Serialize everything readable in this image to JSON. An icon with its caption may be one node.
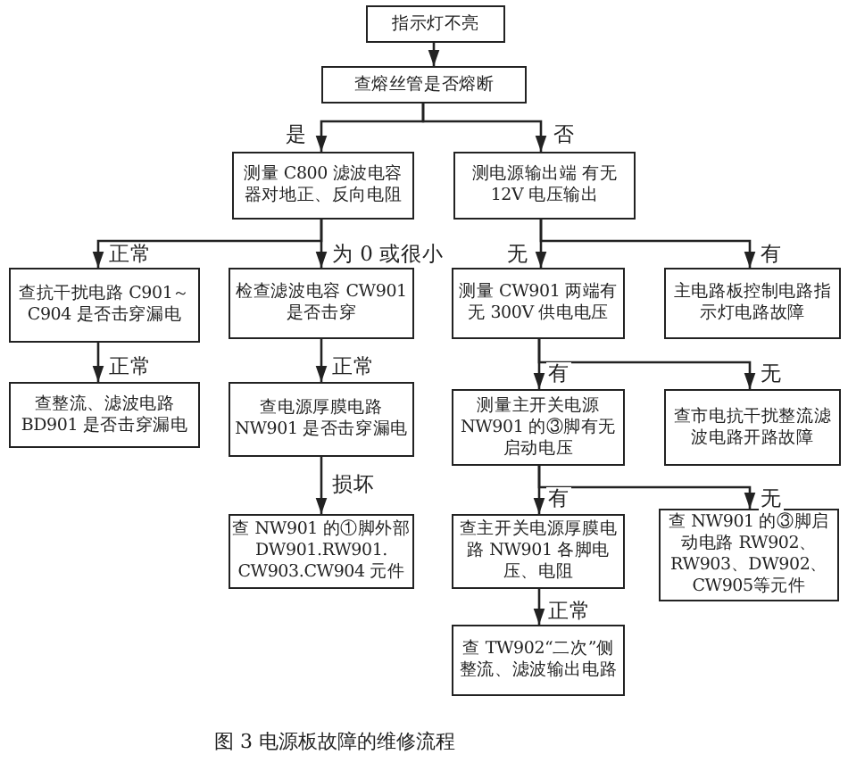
{
  "diagram": {
    "caption": "图 3 电源板故障的维修流程",
    "nodes": [
      {
        "text": [
          "指示灯不亮"
        ]
      },
      {
        "text": [
          "查熔丝管是否熔断"
        ]
      },
      {
        "text": [
          "测量 C800 滤波电容器对地正、反向电阻"
        ]
      },
      {
        "text": [
          "测电源输出端 有无 12V 电压输出"
        ]
      },
      {
        "text": [
          "查抗干扰电路 C901～C904 是否击穿漏电"
        ]
      },
      {
        "text": [
          "检查滤波电容 CW901 是否击穿"
        ]
      },
      {
        "text": [
          "查整流、滤波电路 BD901 是否击穿漏电"
        ]
      },
      {
        "text": [
          "查电源厚膜电路 NW901 是否击穿漏电"
        ]
      },
      {
        "text": [
          "查 NW901 的①脚外部 DW901.RW901. CW903.CW904 元件"
        ]
      },
      {
        "text": [
          "测量 CW901 两端有无 300V 供电电压"
        ]
      },
      {
        "text": [
          "主电路板控制电路指示灯电路故障"
        ]
      },
      {
        "text": [
          "测量主开关电源 NW901 的③脚有无启动电压"
        ]
      },
      {
        "text": [
          "查市电抗干扰整流滤波电路开路故障"
        ]
      },
      {
        "text": [
          "查主开关电源厚膜电路 NW901 各脚电压、电阻"
        ]
      },
      {
        "text": [
          "查 NW901 的③脚启动电路 RW902、RW903、DW902、CW905等元件"
        ]
      },
      {
        "text": [
          "查 TW902“二次”侧整流、滤波输出电路"
        ]
      }
    ],
    "edges": [
      {
        "from": 0,
        "to": 1,
        "arrow": "to"
      },
      {
        "from": 1,
        "to": 2,
        "arrow": "to",
        "label": "是"
      },
      {
        "from": 1,
        "to": 3,
        "arrow": "to",
        "label": "否"
      },
      {
        "from": 2,
        "to": 4,
        "arrow": "to",
        "label": "正常"
      },
      {
        "from": 2,
        "to": 5,
        "arrow": "to",
        "label": "为 0 或很小"
      },
      {
        "from": 4,
        "to": 6,
        "arrow": "to",
        "label": "正常"
      },
      {
        "from": 5,
        "to": 7,
        "arrow": "to",
        "label": "正常"
      },
      {
        "from": 7,
        "to": 8,
        "arrow": "to",
        "label": "损坏"
      },
      {
        "from": 3,
        "to": 9,
        "arrow": "to",
        "label": "无"
      },
      {
        "from": 3,
        "to": 10,
        "arrow": "to",
        "label": "有"
      },
      {
        "from": 9,
        "to": 11,
        "arrow": "to",
        "label": "有"
      },
      {
        "from": 9,
        "to": 12,
        "arrow": "to",
        "label": "无"
      },
      {
        "from": 11,
        "to": 13,
        "arrow": "to",
        "label": "有"
      },
      {
        "from": 11,
        "to": 14,
        "arrow": "to",
        "label": "无"
      },
      {
        "from": 13,
        "to": 15,
        "arrow": "to",
        "label": "正常"
      }
    ]
  }
}
